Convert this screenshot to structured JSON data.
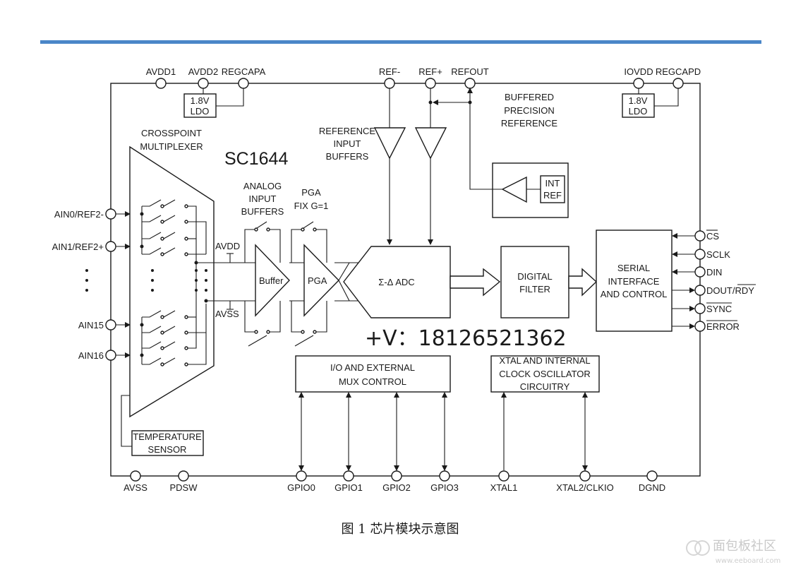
{
  "chip_name": "SC1644",
  "phone": "+V：18126521362",
  "caption": "图 1 芯片模块示意图",
  "watermark": "面包板社区",
  "watermark_url": "www.eeboard.com",
  "colors": {
    "header_bar": "#4a86c8"
  },
  "top_pins": {
    "avdd1": "AVDD1",
    "avdd2": "AVDD2",
    "regcapa": "REGCAPA",
    "ref_minus": "REF-",
    "ref_plus": "REF+",
    "refout": "REFOUT",
    "iovdd": "IOVDD",
    "regcapd": "REGCAPD"
  },
  "ldo_left": {
    "line1": "1.8V",
    "line2": "LDO"
  },
  "ldo_right": {
    "line1": "1.8V",
    "line2": "LDO"
  },
  "buffered_ref": {
    "line1": "BUFFERED",
    "line2": "PRECISION",
    "line3": "REFERENCE"
  },
  "ref_input_buffers": {
    "line1": "REFERENCE",
    "line2": "INPUT",
    "line3": "BUFFERS"
  },
  "int_ref": {
    "line1": "INT",
    "line2": "REF"
  },
  "crosspoint": {
    "line1": "CROSSPOINT",
    "line2": "MULTIPLEXER"
  },
  "analog_input_buffers": {
    "line1": "ANALOG",
    "line2": "INPUT",
    "line3": "BUFFERS"
  },
  "pga_label": {
    "line1": "PGA",
    "line2": "FIX G=1"
  },
  "left_pins": {
    "ain0": "AIN0/REF2-",
    "ain1": "AIN1/REF2+",
    "ain15": "AIN15",
    "ain16": "AIN16"
  },
  "rails": {
    "avdd": "AVDD",
    "avss": "AVSS"
  },
  "buffer_amp": "Buffer",
  "pga_amp": "PGA",
  "adc": "Σ-Δ ADC",
  "digital_filter": {
    "line1": "DIGITAL",
    "line2": "FILTER"
  },
  "serial": {
    "line1": "SERIAL",
    "line2": "INTERFACE",
    "line3": "AND CONTROL"
  },
  "right_pins": {
    "cs": "CS",
    "sclk": "SCLK",
    "din": "DIN",
    "dout_prefix": "DOUT/",
    "dout_rdy": "RDY",
    "sync": "SYNC",
    "error": "ERROR"
  },
  "io_box": {
    "line1": "I/O AND EXTERNAL",
    "line2": "MUX CONTROL"
  },
  "xtal_box": {
    "line1": "XTAL AND INTERNAL",
    "line2": "CLOCK OSCILLATOR",
    "line3": "CIRCUITRY"
  },
  "temp_sensor": {
    "line1": "TEMPERATURE",
    "line2": "SENSOR"
  },
  "bottom_pins": {
    "avss": "AVSS",
    "pdsw": "PDSW",
    "gpio0": "GPIO0",
    "gpio1": "GPIO1",
    "gpio2": "GPIO2",
    "gpio3": "GPIO3",
    "xtal1": "XTAL1",
    "xtal2": "XTAL2/CLKIO",
    "dgnd": "DGND"
  }
}
